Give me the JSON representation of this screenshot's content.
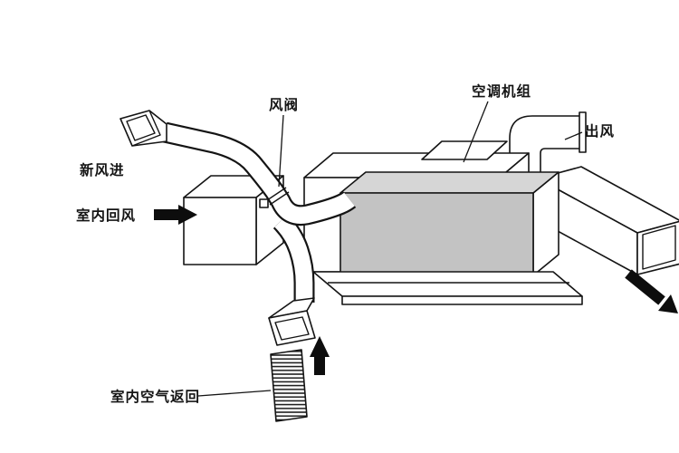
{
  "diagram": {
    "labels": {
      "fresh_air_in": "新风进",
      "damper": "风阀",
      "ahu_unit": "空调机组",
      "air_outlet": "出风",
      "indoor_return_air": "室内回风",
      "indoor_air_return": "室内空气返回"
    },
    "colors": {
      "background": "#ffffff",
      "outline": "#141414",
      "unit_top": "#d6d6d6",
      "unit_front": "#c3c3c3"
    }
  }
}
